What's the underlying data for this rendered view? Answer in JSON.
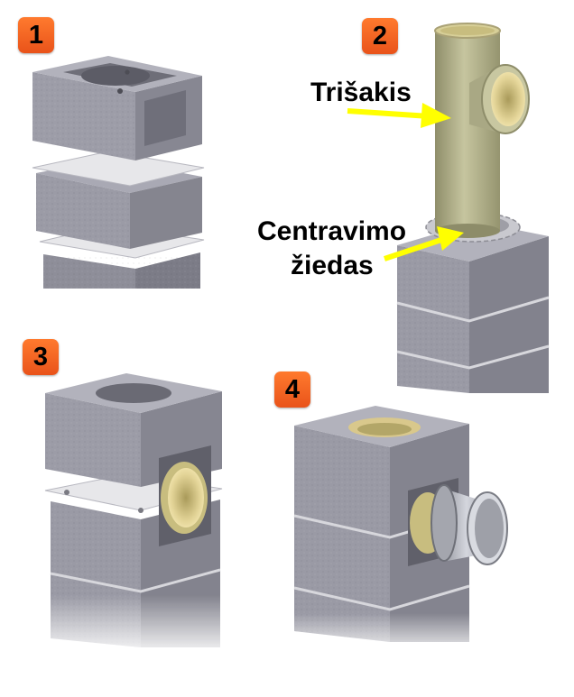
{
  "steps": [
    {
      "number": "1"
    },
    {
      "number": "2"
    },
    {
      "number": "3"
    },
    {
      "number": "4"
    }
  ],
  "callouts": {
    "tee": "Trišakis",
    "ring_line1": "Centravimo",
    "ring_line2": "žiedas"
  },
  "colors": {
    "badge": "#ee5f1f",
    "arrow": "#ffff00",
    "block": "#9a9aa5",
    "liner": "#d9c88c",
    "pipe": "#b5b48e",
    "insulation": "#e4e4e4",
    "adapter": "#b7b9c2"
  },
  "icons": {
    "block": "chimney-block-icon",
    "tee": "tee-pipe-icon",
    "adapter": "adapter-ring-icon"
  }
}
